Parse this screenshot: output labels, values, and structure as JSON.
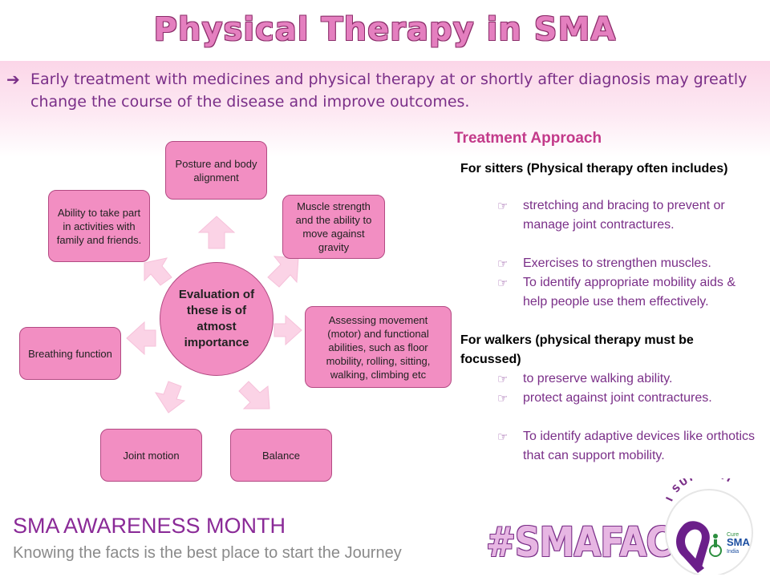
{
  "title": "Physical Therapy in SMA",
  "intro": "Early treatment with medicines and physical therapy at or shortly after diagnosis may greatly change the course of the disease and improve outcomes.",
  "diagram": {
    "center": "Evaluation of these is of atmost importance",
    "boxes": {
      "posture": "Posture and body alignment",
      "muscle": "Muscle strength and the ability to move against gravity",
      "movement": "Assessing movement (motor) and functional abilities, such as floor mobility, rolling, sitting, walking, climbing etc",
      "balance": "Balance",
      "joint": "Joint motion",
      "breathing": "Breathing function",
      "activities": "Ability to take part in activities with family and friends."
    }
  },
  "treatment": {
    "heading": "Treatment Approach",
    "sitters": {
      "heading": "For sitters (Physical therapy often includes)",
      "items": [
        "stretching and bracing to prevent or manage joint contractures.",
        "Exercises to strengthen muscles.",
        "To identify appropriate mobility aids & help people use them effectively."
      ]
    },
    "walkers": {
      "heading": "For walkers (physical therapy must be focussed)",
      "items": [
        "to preserve walking ability.",
        "protect against joint contractures.",
        "To identify adaptive devices like orthotics that can support mobility."
      ]
    }
  },
  "footer": {
    "awareness": "SMA AWARENESS MONTH",
    "tagline": "Knowing the facts is the best place to start the Journey",
    "hashtag": "#SMAFACTS"
  },
  "logo": {
    "support": "I SUPPORT",
    "cure": "Cure",
    "sma": "SMA",
    "india": "India"
  },
  "colors": {
    "accent": "#7a2f88",
    "box": "#f28ec2",
    "title": "#e47fbf",
    "heading": "#c33a8a"
  },
  "icons": {
    "intro_bullet": "right-arrow-icon",
    "list_bullet": "hand-pointer-icon"
  }
}
